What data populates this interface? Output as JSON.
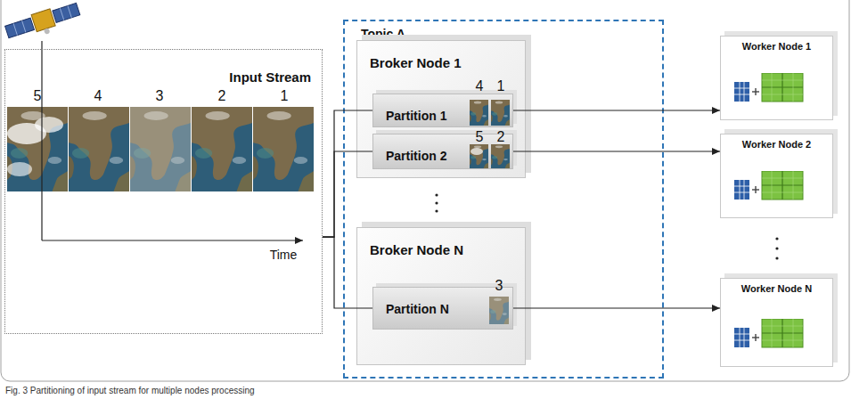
{
  "diagram": {
    "caption": "Fig. 3 Partitioning of input stream for multiple nodes processing",
    "nodes": [
      {
        "text": [
          "Input Stream"
        ]
      },
      {
        "text": [
          "Topic A"
        ]
      },
      {
        "text": [
          "Broker Node 1"
        ],
        "in": 1
      },
      {
        "text": [
          "Partition 1"
        ],
        "in": 2
      },
      {
        "text": [
          "Partition 2"
        ],
        "in": 2
      },
      {
        "text": [
          "Broker Node N"
        ],
        "in": 1
      },
      {
        "text": [
          "Partition N"
        ],
        "in": 5
      },
      {
        "text": [
          "Worker Node 1"
        ]
      },
      {
        "text": [
          "Worker Node 2"
        ]
      },
      {
        "text": [
          "Worker Node N"
        ]
      }
    ],
    "edges": [
      {
        "from": 0,
        "to": 3,
        "arrow": "none"
      },
      {
        "from": 0,
        "to": 4,
        "arrow": "none"
      },
      {
        "from": 0,
        "to": 6,
        "arrow": "none"
      },
      {
        "from": 3,
        "to": 7,
        "arrow": "to"
      },
      {
        "from": 4,
        "to": 8,
        "arrow": "to"
      },
      {
        "from": 6,
        "to": 9,
        "arrow": "to"
      }
    ],
    "labels": [
      "5",
      "4",
      "3",
      "2",
      "1",
      "Time",
      "4",
      "1",
      "5",
      "2",
      "3"
    ]
  }
}
